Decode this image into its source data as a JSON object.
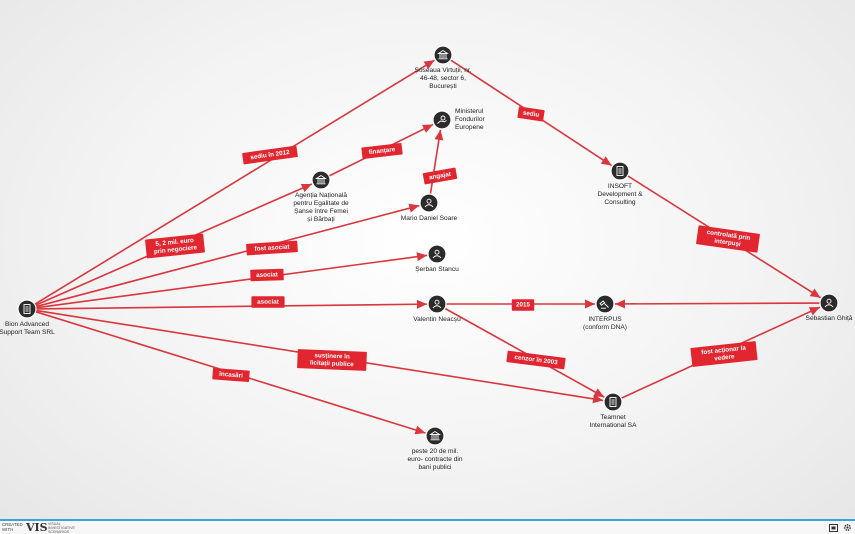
{
  "nodes": [
    {
      "id": "bion",
      "label": "Bion Advanced\nSupport Team SRL",
      "icon": "document-icon",
      "lpos": "below"
    },
    {
      "id": "virtutii",
      "label": "Șoseaua Virtuții, nr.\n46-48, sector 6,\nBucurești",
      "icon": "building-icon",
      "lpos": "below"
    },
    {
      "id": "ministerul",
      "label": "Ministerul\nFondurilor\nEuropene",
      "icon": "hand-coins-icon",
      "lpos": "right"
    },
    {
      "id": "agentia",
      "label": "Agenția Națională\npentru Egalitate de\nȘanse între Femei\nși Bărbați",
      "icon": "building-icon",
      "lpos": "below"
    },
    {
      "id": "mario",
      "label": "Mario Daniel Soare",
      "icon": "person-icon",
      "lpos": "below"
    },
    {
      "id": "serban",
      "label": "Șerban Stancu",
      "icon": "person-icon",
      "lpos": "below"
    },
    {
      "id": "valentin",
      "label": "Valentin Neacșu",
      "icon": "person-icon",
      "lpos": "below"
    },
    {
      "id": "insoft",
      "label": "INSOFT\nDevelopment &\nConsulting",
      "icon": "document-icon",
      "lpos": "below"
    },
    {
      "id": "interpus",
      "label": "INTERPUS\n(conform DNA)",
      "icon": "gavel-icon",
      "lpos": "below"
    },
    {
      "id": "sebastian",
      "label": "Sebastian Ghiță",
      "icon": "person-icon",
      "lpos": "below"
    },
    {
      "id": "teamnet",
      "label": "Teamnet\nInternational SA",
      "icon": "document-icon",
      "lpos": "below"
    },
    {
      "id": "peste20",
      "label": "peste 20 de mil.\neuro- contracte din\nbani publici",
      "icon": "building-icon",
      "lpos": "below"
    }
  ],
  "edges": [
    {
      "from": "bion",
      "to": "virtutii",
      "label": "sediu în 2012"
    },
    {
      "from": "virtutii",
      "to": "insoft",
      "label": "sediu"
    },
    {
      "from": "agentia",
      "to": "ministerul",
      "label": "finanțare"
    },
    {
      "from": "mario",
      "to": "ministerul",
      "label": "angajat"
    },
    {
      "from": "bion",
      "to": "agentia",
      "label": "5, 2 mil. euro\nprin negociere"
    },
    {
      "from": "bion",
      "to": "mario",
      "label": "fost asociat"
    },
    {
      "from": "bion",
      "to": "serban",
      "label": "asociat"
    },
    {
      "from": "bion",
      "to": "valentin",
      "label": "asociat"
    },
    {
      "from": "valentin",
      "to": "interpus",
      "label": "2015"
    },
    {
      "from": "sebastian",
      "to": "interpus",
      "label": ""
    },
    {
      "from": "insoft",
      "to": "sebastian",
      "label": "controlată prin\ninterpuși"
    },
    {
      "from": "valentin",
      "to": "teamnet",
      "label": "cenzor în 2003"
    },
    {
      "from": "bion",
      "to": "teamnet",
      "label": "susținere în\nlicitații publice"
    },
    {
      "from": "teamnet",
      "to": "sebastian",
      "label": "fost acționar la\nvedere"
    },
    {
      "from": "bion",
      "to": "peste20",
      "label": "încasări"
    }
  ],
  "footer": {
    "created_with": "CREATED WITH",
    "logo": "VIS",
    "logo_sub": "VISUAL INVESTIGATIVE SCENARIOS",
    "fullscreen_icon": "fullscreen-icon",
    "settings_icon": "gear-icon"
  },
  "colors": {
    "edge": "#d9363e",
    "label_bg": "#e2262f",
    "node": "#2b2b2b",
    "footer_border": "#3da1e0"
  }
}
